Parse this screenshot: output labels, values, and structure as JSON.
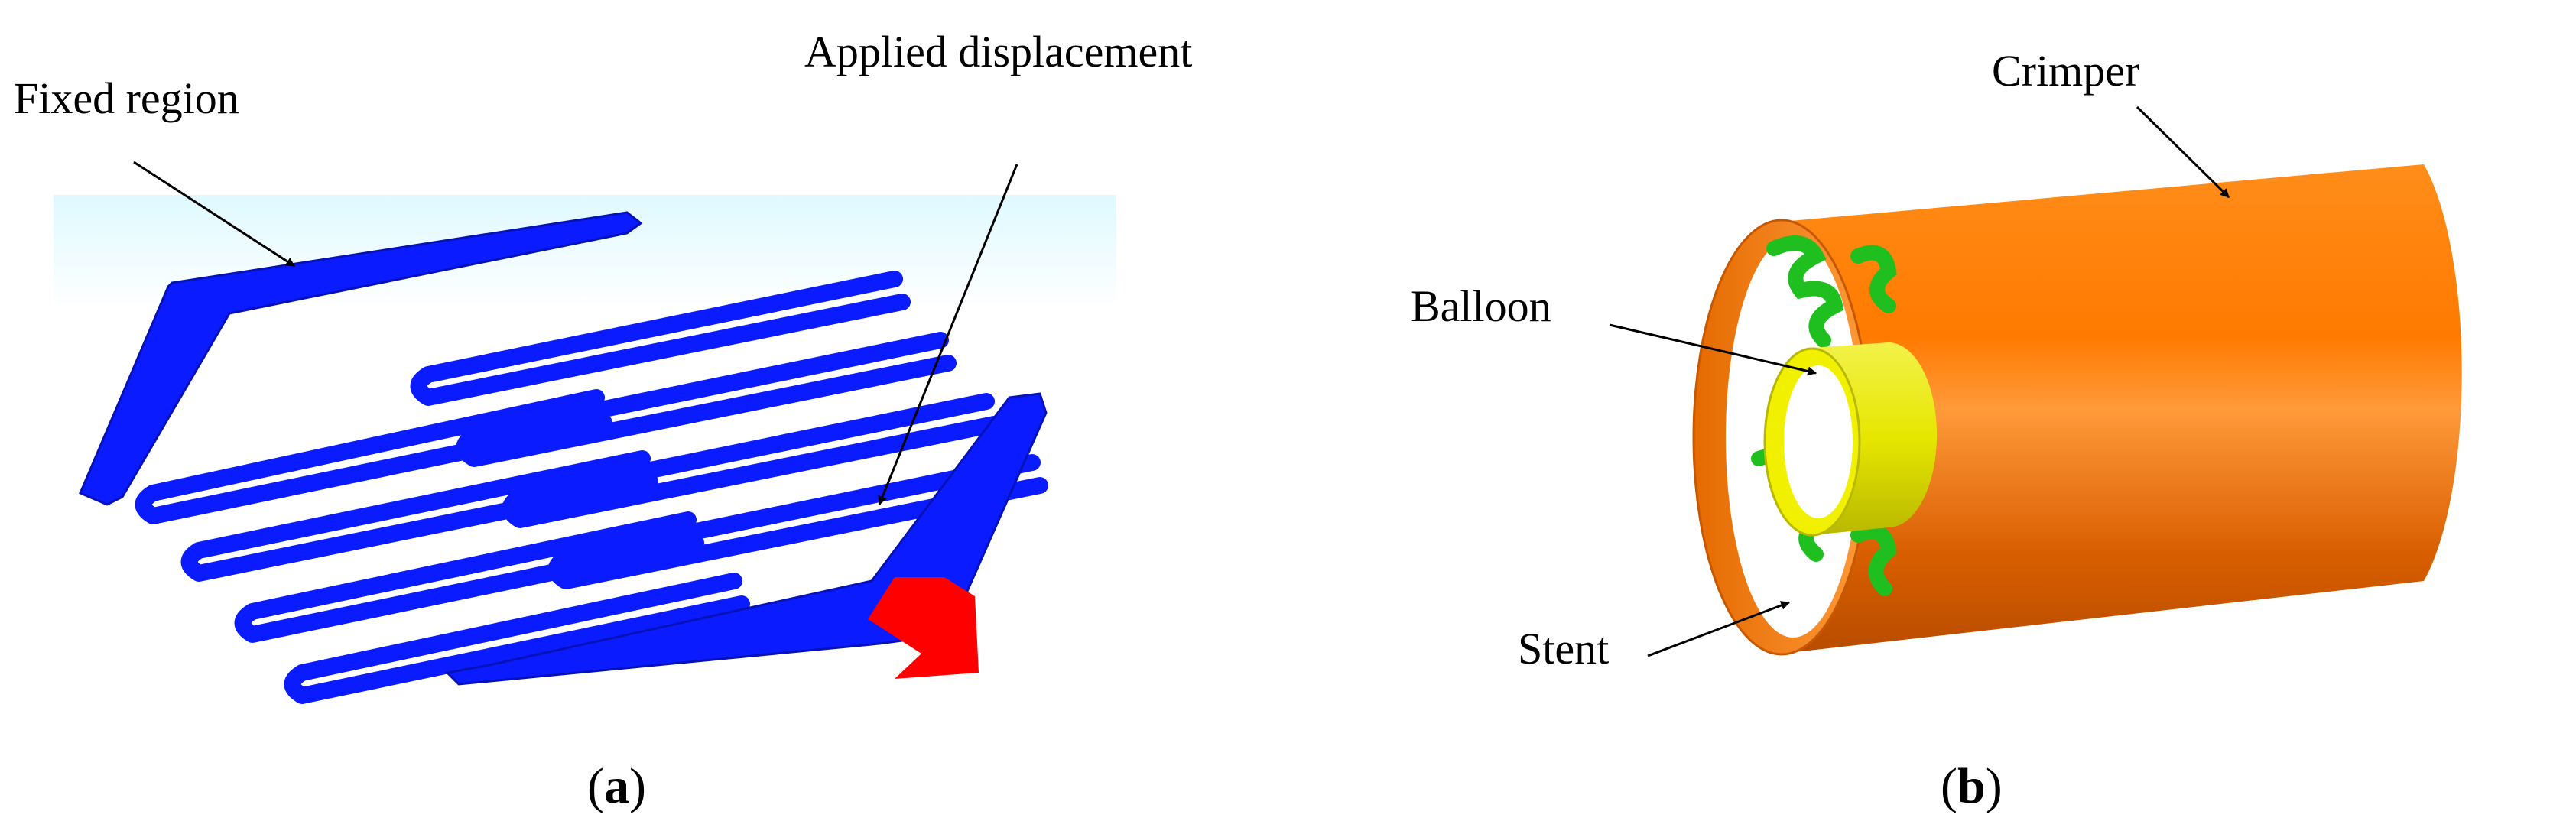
{
  "panel_a": {
    "label_fixed": "Fixed region",
    "label_displacement": "Applied displacement",
    "caption_open": "(",
    "caption_letter": "a",
    "caption_close": ")"
  },
  "panel_b": {
    "label_crimper": "Crimper",
    "label_balloon": "Balloon",
    "label_stent": "Stent",
    "caption_open": "(",
    "caption_letter": "b",
    "caption_close": ")"
  },
  "colors": {
    "stent_blue": "#0a1cff",
    "displacement_arrow": "#ff0000",
    "crimper_orange": "#ff7a00",
    "balloon_yellow": "#f0f000",
    "stent_green": "#22cc22",
    "background_band": "#e6fbff"
  }
}
